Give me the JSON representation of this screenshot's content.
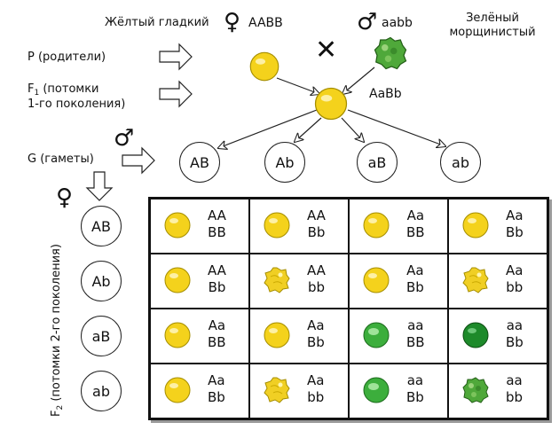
{
  "labels": {
    "parent_left": "Жёлтый гладкий",
    "parent_left_genotype": "AABB",
    "parent_right": "Зелёный морщинистый",
    "parent_right_genotype": "aabb",
    "female_symbol": "♀",
    "male_symbol": "♂",
    "cross_symbol": "✕",
    "p_label": "P (родители)",
    "f1_prefix": "F",
    "f1_sub": "1",
    "f1_text1": " (потомки",
    "f1_text2": "1-го поколения)",
    "f1_genotype": "AaBb",
    "g_label": "G (гаметы)",
    "f2_prefix": "F",
    "f2_sub": "2",
    "f2_text": " (потомки 2-го поколения)"
  },
  "male_gametes": [
    "AB",
    "Ab",
    "aB",
    "ab"
  ],
  "female_gametes": [
    "AB",
    "Ab",
    "aB",
    "ab"
  ],
  "colors": {
    "yellow": "#f4d21c",
    "green": "#3cae3c",
    "dark_green": "#1d8a2a"
  },
  "punnett": [
    [
      {
        "g1": "AA",
        "g2": "BB",
        "pea": "yellow-smooth"
      },
      {
        "g1": "AA",
        "g2": "Bb",
        "pea": "yellow-smooth"
      },
      {
        "g1": "Aa",
        "g2": "BB",
        "pea": "yellow-smooth"
      },
      {
        "g1": "Aa",
        "g2": "Bb",
        "pea": "yellow-smooth"
      }
    ],
    [
      {
        "g1": "AA",
        "g2": "Bb",
        "pea": "yellow-smooth"
      },
      {
        "g1": "AA",
        "g2": "bb",
        "pea": "yellow-wrinkled"
      },
      {
        "g1": "Aa",
        "g2": "Bb",
        "pea": "yellow-smooth"
      },
      {
        "g1": "Aa",
        "g2": "bb",
        "pea": "yellow-wrinkled"
      }
    ],
    [
      {
        "g1": "Aa",
        "g2": "BB",
        "pea": "yellow-smooth"
      },
      {
        "g1": "Aa",
        "g2": "Bb",
        "pea": "yellow-smooth"
      },
      {
        "g1": "aa",
        "g2": "BB",
        "pea": "green-smooth"
      },
      {
        "g1": "aa",
        "g2": "Bb",
        "pea": "dark-green-smooth"
      }
    ],
    [
      {
        "g1": "Aa",
        "g2": "Bb",
        "pea": "yellow-smooth"
      },
      {
        "g1": "Aa",
        "g2": "bb",
        "pea": "yellow-wrinkled"
      },
      {
        "g1": "aa",
        "g2": "Bb",
        "pea": "green-smooth"
      },
      {
        "g1": "aa",
        "g2": "bb",
        "pea": "green-wrinkled"
      }
    ]
  ]
}
